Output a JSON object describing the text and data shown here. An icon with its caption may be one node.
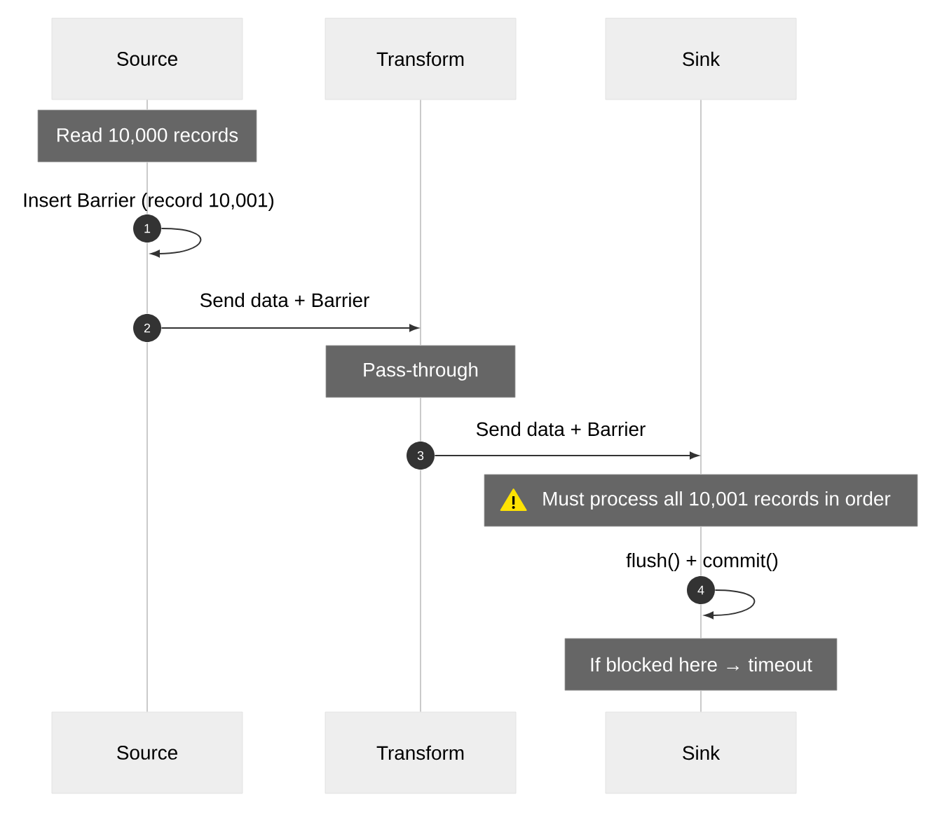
{
  "diagram": {
    "nodes": [
      {
        "text": [
          "Source"
        ]
      },
      {
        "text": [
          "Transform"
        ]
      },
      {
        "text": [
          "Sink"
        ]
      },
      {
        "text": [
          "Source"
        ]
      },
      {
        "text": [
          "Transform"
        ]
      },
      {
        "text": [
          "Sink"
        ]
      },
      {
        "text": [
          "Read 10,000 records"
        ]
      },
      {
        "text": [
          "1"
        ]
      },
      {
        "text": [
          "2"
        ]
      },
      {
        "text": [
          "Pass-through"
        ]
      },
      {
        "text": [
          "3"
        ]
      },
      {
        "text": [
          "Must process all 10,001 records in order"
        ]
      },
      {
        "text": [
          "4"
        ]
      },
      {
        "text": [
          "If blocked here → timeout"
        ]
      }
    ],
    "edges": [
      {
        "from": 0,
        "to": 6,
        "arrow": "none"
      },
      {
        "from": 6,
        "to": 7,
        "arrow": "none"
      },
      {
        "from": 7,
        "to": 8,
        "arrow": "none"
      },
      {
        "from": 8,
        "to": 3,
        "arrow": "none"
      },
      {
        "from": 1,
        "to": 9,
        "arrow": "none"
      },
      {
        "from": 9,
        "to": 10,
        "arrow": "none"
      },
      {
        "from": 10,
        "to": 4,
        "arrow": "none"
      },
      {
        "from": 2,
        "to": 11,
        "arrow": "none"
      },
      {
        "from": 11,
        "to": 12,
        "arrow": "none"
      },
      {
        "from": 12,
        "to": 13,
        "arrow": "none"
      },
      {
        "from": 13,
        "to": 5,
        "arrow": "none"
      },
      {
        "from": 7,
        "to": null,
        "arrow": "to",
        "label": "Insert Barrier (record 10,001)",
        "color": "#333333"
      },
      {
        "from": 8,
        "to": 9,
        "arrow": "to",
        "label": "Send data + Barrier",
        "color": "#333333"
      },
      {
        "from": 10,
        "to": 11,
        "arrow": "to",
        "label": "Send data + Barrier",
        "color": "#333333"
      },
      {
        "from": 12,
        "to": null,
        "arrow": "to",
        "label": "flush() + commit()",
        "color": "#333333"
      }
    ]
  }
}
